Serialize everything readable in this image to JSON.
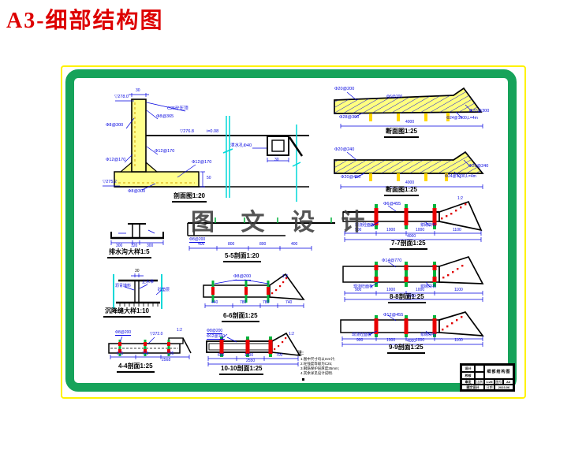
{
  "page": {
    "title": "A3-细部结构图",
    "watermark": "图 文 设 计"
  },
  "captions": {
    "d1": "剖面图1:20",
    "d2": "断面图1:25",
    "d3": "断面图1:25",
    "d4": "7-7剖面1:25",
    "d5": "8-8剖面1:25",
    "d6": "9-9剖面1:25",
    "d7": "5-5剖面1:20",
    "d8": "6-6剖面1:25",
    "d9": "10-10剖面1:25",
    "d10": "排水沟大样1:5",
    "d11": "沉降缝大样1:10",
    "d12": "4-4剖面1:25"
  },
  "d1": {
    "elev_top": "▽278.0",
    "dim_top": "30",
    "cap_note": "C25砼压顶",
    "r_left": "Φ8@300",
    "r_right": "Φ8@365",
    "r12_left": "Φ12@170",
    "r12_right": "Φ12@170",
    "r12_foot": "Φ12@170",
    "r_foot": "Φ8@300",
    "elev_ground": "▽276.8",
    "slope": "i=0.08",
    "drain": "泄水孔Φ40",
    "dim_drain": "30",
    "elev_bot": "▽275.2",
    "dim_foot": "50"
  },
  "d2": {
    "tl": "Φ20@200",
    "bl": "Φ28@300",
    "right": "Φ20@300",
    "br": "Φ24@1000,L=4m",
    "mid": "Φ6@200",
    "total": "4000"
  },
  "d3": {
    "tl": "Φ20@240",
    "bl": "Φ20@450",
    "right": "Φ20@240",
    "br": "Φ24@1000,L=4m",
    "total": "4000"
  },
  "d4": {
    "top": "Φ6@455",
    "slab": "现浇砼面板",
    "rock": "浆砌块石",
    "slope": "1:2",
    "segs": [
      "900",
      "1000",
      "1000",
      "1100"
    ],
    "total": "4000"
  },
  "d5": {
    "top": "Φ14@770",
    "slab": "现浇砼面板",
    "rock": "浆砌块石",
    "segs": [
      "900",
      "1000",
      "1000",
      "1100"
    ],
    "total": "4000"
  },
  "d6": {
    "top": "Φ12@455",
    "slab": "现浇砼面板",
    "rock": "浆砌块石",
    "segs": [
      "900",
      "1000",
      "1000",
      "1100"
    ],
    "total": "4000"
  },
  "d7": {
    "rebar": "Φ8@200",
    "segs": [
      "400",
      "800",
      "800",
      "400"
    ]
  },
  "d8": {
    "rebar": "Φ8@200",
    "slope": "1:2",
    "segs": [
      "440",
      "780",
      "780",
      "740"
    ]
  },
  "d9": {
    "rebar1": "Φ8@200",
    "rebar2": "Φ12@150",
    "slope": "1:2",
    "segs": [
      "600",
      "1000",
      "700"
    ],
    "total": "2550"
  },
  "d10": {
    "dims": [
      "300",
      "120",
      "300"
    ]
  },
  "d11": {
    "l1": "沥青填料",
    "l2": "止水带",
    "l3": "砂垫层",
    "dim": "30"
  },
  "d12": {
    "rebar": "Φ8@200",
    "elev": "▽272.0",
    "slope": "1:2",
    "segs": [
      "915",
      "748",
      "905"
    ],
    "total": "2568"
  },
  "notes": {
    "head": "注:",
    "items": [
      "1.图中尺寸均以mm计;",
      "2.砼强度等级为C25;",
      "3.钢筋保护层厚度35mm;",
      "4.其余详见设计说明."
    ]
  },
  "titleblock": {
    "r1c1": "设计",
    "r2c1": "校核",
    "title": "细部结构图",
    "r3": [
      "审定",
      "比例",
      "1:25",
      "图号",
      "A3"
    ],
    "r4": [
      "图文设计",
      "日期",
      "2023.06"
    ]
  }
}
